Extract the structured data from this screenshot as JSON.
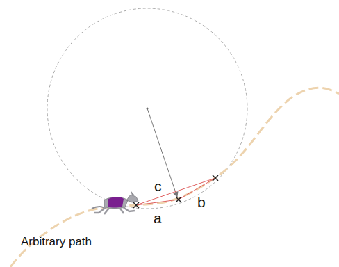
{
  "diagram": {
    "labels": [
      "c",
      "a",
      "b",
      "Arbitrary path"
    ]
  }
}
